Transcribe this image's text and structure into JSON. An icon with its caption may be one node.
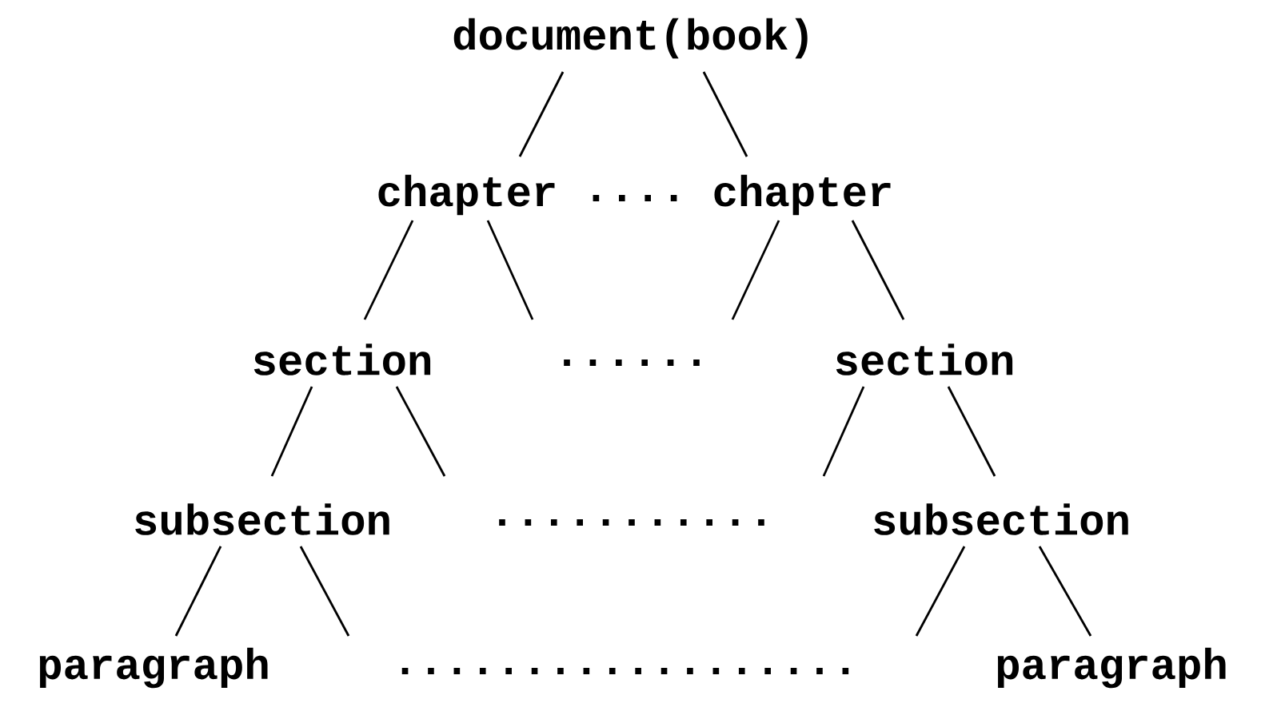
{
  "diagram": {
    "nodes": [
      {
        "text": [
          "document(book)"
        ]
      },
      {
        "text": [
          "chapter"
        ]
      },
      {
        "text": [
          "chapter"
        ]
      },
      {
        "text": [
          "section"
        ]
      },
      {
        "text": [
          "section"
        ]
      },
      {
        "text": [
          "subsection"
        ]
      },
      {
        "text": [
          "subsection"
        ]
      },
      {
        "text": [
          "paragraph"
        ]
      },
      {
        "text": [
          "paragraph"
        ]
      }
    ],
    "edges": [
      {
        "from": 0,
        "to": 1,
        "arrow": "none"
      },
      {
        "from": 0,
        "to": 2,
        "arrow": "none"
      },
      {
        "from": 1,
        "to": 3,
        "arrow": "none"
      },
      {
        "from": 1,
        "to": null,
        "arrow": "none"
      },
      {
        "from": 2,
        "to": null,
        "arrow": "none"
      },
      {
        "from": 2,
        "to": 4,
        "arrow": "none"
      },
      {
        "from": 3,
        "to": 5,
        "arrow": "none"
      },
      {
        "from": 3,
        "to": null,
        "arrow": "none"
      },
      {
        "from": 4,
        "to": null,
        "arrow": "none"
      },
      {
        "from": 4,
        "to": 6,
        "arrow": "none"
      },
      {
        "from": 5,
        "to": 7,
        "arrow": "none"
      },
      {
        "from": 5,
        "to": null,
        "arrow": "none"
      },
      {
        "from": 6,
        "to": null,
        "arrow": "none"
      },
      {
        "from": 6,
        "to": 8,
        "arrow": "none"
      }
    ],
    "labels": [
      "....",
      "......",
      "...........",
      ".................."
    ]
  }
}
